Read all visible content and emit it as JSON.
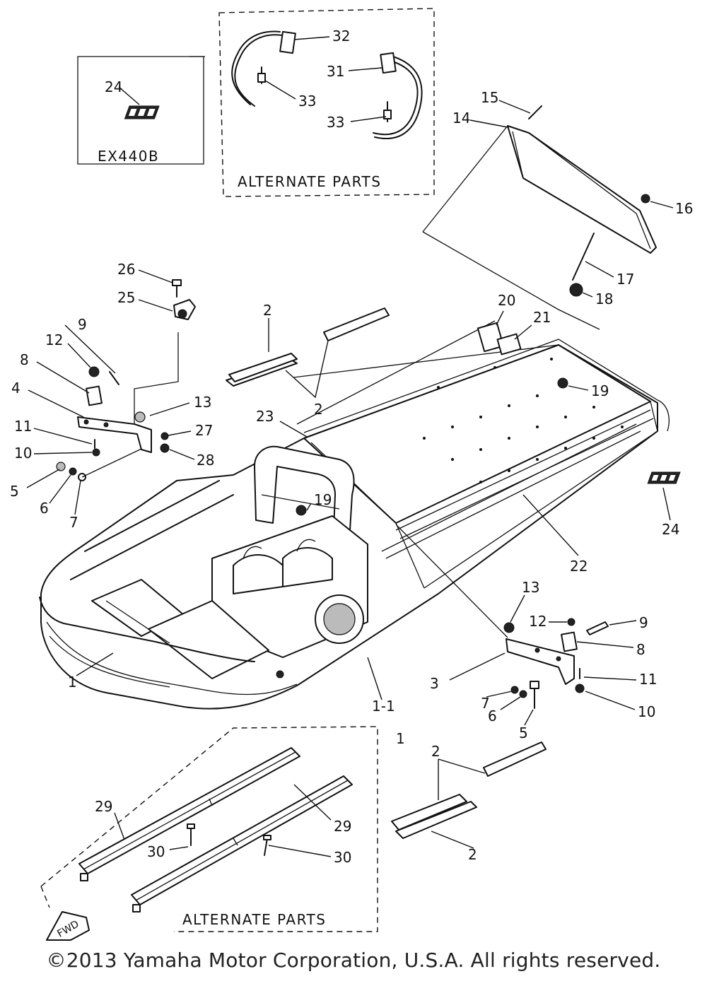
{
  "inset_model": {
    "model_code": "EX440B",
    "callout": "24"
  },
  "alternate_parts_caption": "ALTERNATE PARTS",
  "fwd_label": "FWD",
  "footer": {
    "copyright": "©2013 Yamaha Motor Corporation, U.S.A. All rights reserved."
  },
  "callouts": {
    "c32": "32",
    "c31": "31",
    "c33a": "33",
    "c33b": "33",
    "c24a": "24",
    "c15": "15",
    "c14": "14",
    "c16": "16",
    "c17": "17",
    "c18": "18",
    "c26": "26",
    "c25": "25",
    "c9a": "9",
    "c12a": "12",
    "c8a": "8",
    "c4": "4",
    "c13a": "13",
    "c27": "27",
    "c28": "28",
    "c11a": "11",
    "c10a": "10",
    "c5a": "5",
    "c6a": "6",
    "c7a": "7",
    "c2a": "2",
    "c2b": "2",
    "c23": "23",
    "c20": "20",
    "c21": "21",
    "c19a": "19",
    "c19b": "19",
    "c22": "22",
    "c24b": "24",
    "c1": "1",
    "c1_1": "1-1",
    "c13b": "13",
    "c12b": "12",
    "c9b": "9",
    "c8b": "8",
    "c3": "3",
    "c7b": "7",
    "c6b": "6",
    "c5b": "5",
    "c11b": "11",
    "c10b": "10",
    "c1b": "1",
    "c2c": "2",
    "c2d": "2",
    "c29a": "29",
    "c29b": "29",
    "c30a": "30",
    "c30b": "30"
  }
}
